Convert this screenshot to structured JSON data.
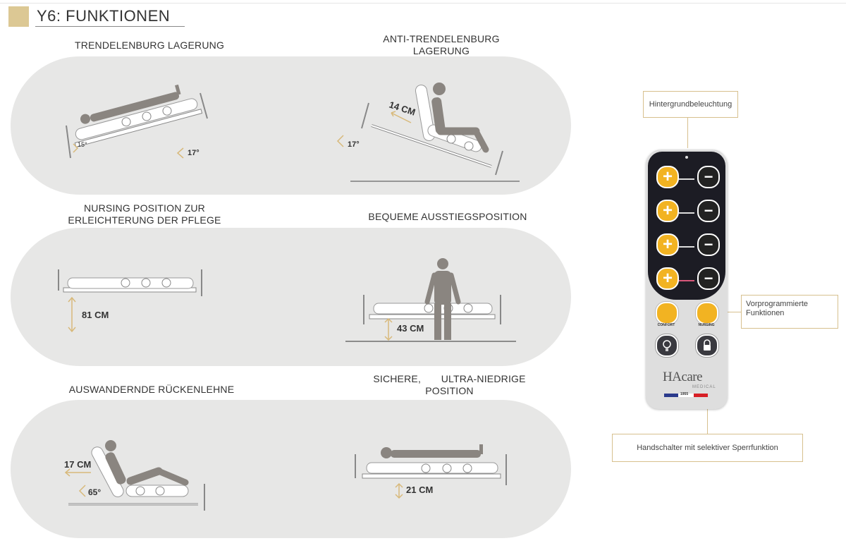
{
  "title": "Y6: FUNKTIONEN",
  "positions": {
    "trendelenburg": {
      "label": "TRENDELENBURG LAGERUNG",
      "angle_small": "15°",
      "angle": "17°"
    },
    "anti_trendelenburg": {
      "label_line1": "ANTI-TRENDELENBURG",
      "label_line2": "LAGERUNG",
      "shift": "14 CM",
      "angle": "17°"
    },
    "nursing": {
      "label_line1": "NURSING POSITION ZUR",
      "label_line2": "ERLEICHTERUNG DER PFLEGE",
      "height": "81 CM"
    },
    "exit": {
      "label": "BEQUEME AUSSTIEGSPOSITION",
      "height": "43 CM"
    },
    "backrest": {
      "label": "AUSWANDERNDE RÜCKENLEHNE",
      "shift": "17 CM",
      "angle": "65°"
    },
    "low": {
      "label_line1": "SICHERE,",
      "label_line1b": "ULTRA-NIEDRIGE",
      "label_line2": "POSITION",
      "height": "21 CM"
    }
  },
  "remote": {
    "brand": "HAcare",
    "brand_sub": "MEDICAL",
    "flag_text": "1955",
    "confort_label": "CONFORT",
    "nursing_label": "NURSING",
    "plus_glyph": "+",
    "minus_glyph": "−",
    "callouts": {
      "backlight": "Hintergrundbeleuchtung",
      "presets_line1": "Vorprogrammierte",
      "presets_line2": "Funktionen",
      "lock": "Handschalter mit selektiver Sperrfunktion"
    }
  },
  "colors": {
    "accent": "#d8b97a",
    "pill": "#e7e7e6",
    "remote_dark": "#1c1c24",
    "remote_light": "#e3e3e3",
    "button_yellow": "#f2b322"
  }
}
